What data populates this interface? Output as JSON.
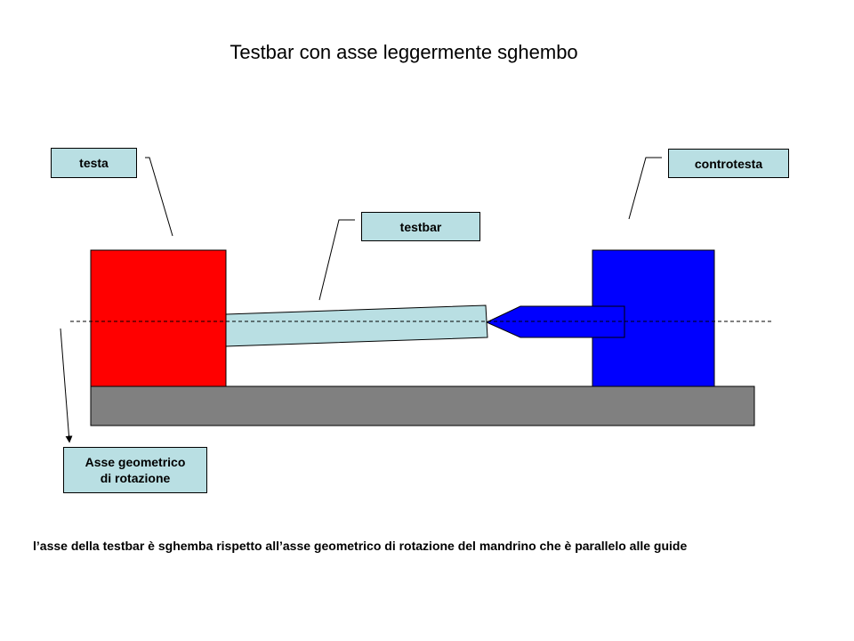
{
  "slide": {
    "title": "Testbar con asse leggermente sghembo"
  },
  "labels": {
    "testa": "testa",
    "controtesta": "controtesta",
    "testbar": "testbar",
    "asse_line1": "Asse geometrico",
    "asse_line2": "di rotazione"
  },
  "caption": "l’asse della testbar è sghemba rispetto all’asse geometrico di rotazione del mandrino che è parallelo alle guide",
  "colors": {
    "testa": "#ff0000",
    "controtesta": "#0000ff",
    "testbar": "#b9dfe3",
    "bed": "#808080",
    "label_fill": "#b9dfe3"
  }
}
